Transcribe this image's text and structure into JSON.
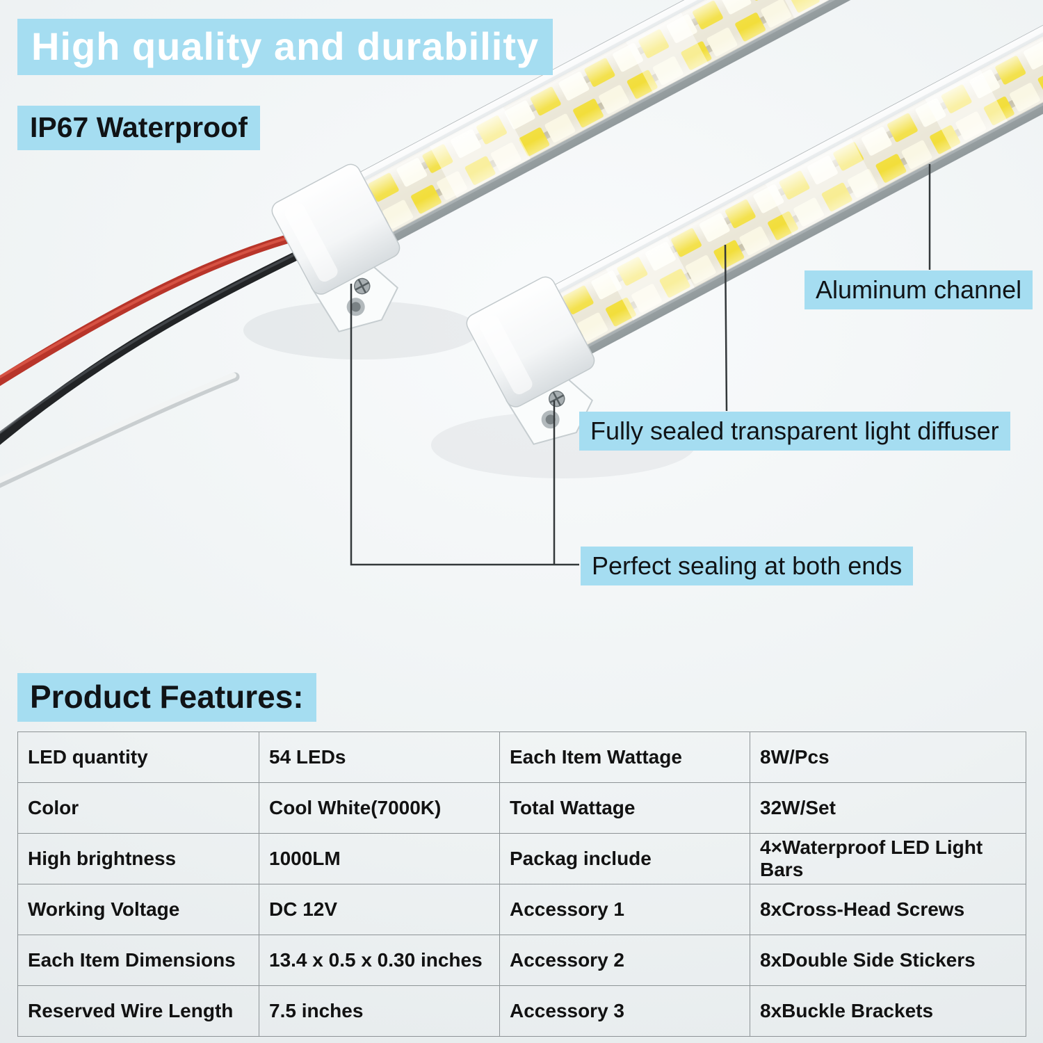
{
  "colors": {
    "highlight_blue": "#a5ddf1",
    "title_text": "#ffffff",
    "body_text": "#111111",
    "wire_red": "#b8352a",
    "wire_black": "#222426",
    "led_yellow": "#f2de3b",
    "aluminum_gray": "#c5cbcd"
  },
  "headings": {
    "main_title": "High quality and durability",
    "subtitle": "IP67 Waterproof",
    "features_title": "Product Features:"
  },
  "callouts": {
    "aluminum_channel": "Aluminum channel",
    "diffuser": "Fully sealed transparent light diffuser",
    "sealing": "Perfect sealing at both ends"
  },
  "photo": {
    "objects": [
      "led-light-bar-1",
      "led-light-bar-2",
      "end-cap-1",
      "end-cap-2",
      "red-wire",
      "black-wire",
      "white-wire"
    ]
  },
  "table": {
    "rows": [
      [
        "LED quantity",
        "54 LEDs",
        "Each Item Wattage",
        "8W/Pcs"
      ],
      [
        "Color",
        "Cool White(7000K)",
        "Total Wattage",
        "32W/Set"
      ],
      [
        "High brightness",
        "1000LM",
        "Packag include",
        "4×Waterproof LED Light Bars"
      ],
      [
        "Working Voltage",
        "DC 12V",
        "Accessory 1",
        "8xCross-Head Screws"
      ],
      [
        "Each Item Dimensions",
        "13.4 x 0.5 x 0.30 inches",
        "Accessory 2",
        "8xDouble Side Stickers"
      ],
      [
        "Reserved Wire Length",
        "7.5 inches",
        "Accessory 3",
        "8xBuckle Brackets"
      ]
    ]
  }
}
